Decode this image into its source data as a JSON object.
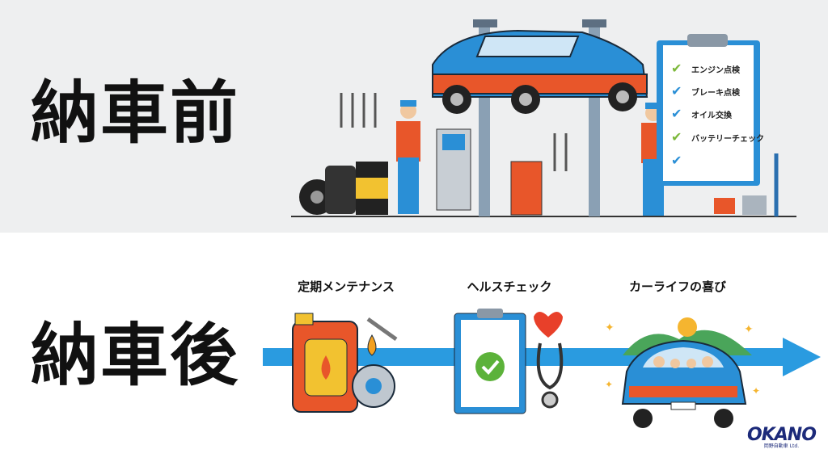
{
  "before": {
    "title": "納車前",
    "checklist": [
      "エンジン点検",
      "ブレーキ点検",
      "オイル交換",
      "バッテリーチェック"
    ]
  },
  "after": {
    "title": "納車後",
    "steps": [
      "定期メンテナンス",
      "ヘルスチェック",
      "カーライフの喜び"
    ]
  },
  "logo": {
    "name": "OKANO",
    "sub": "岡野自動車 Ltd."
  },
  "colors": {
    "blue": "#2a8fd6",
    "orange": "#e8562a",
    "bg": "#eeeff0"
  }
}
